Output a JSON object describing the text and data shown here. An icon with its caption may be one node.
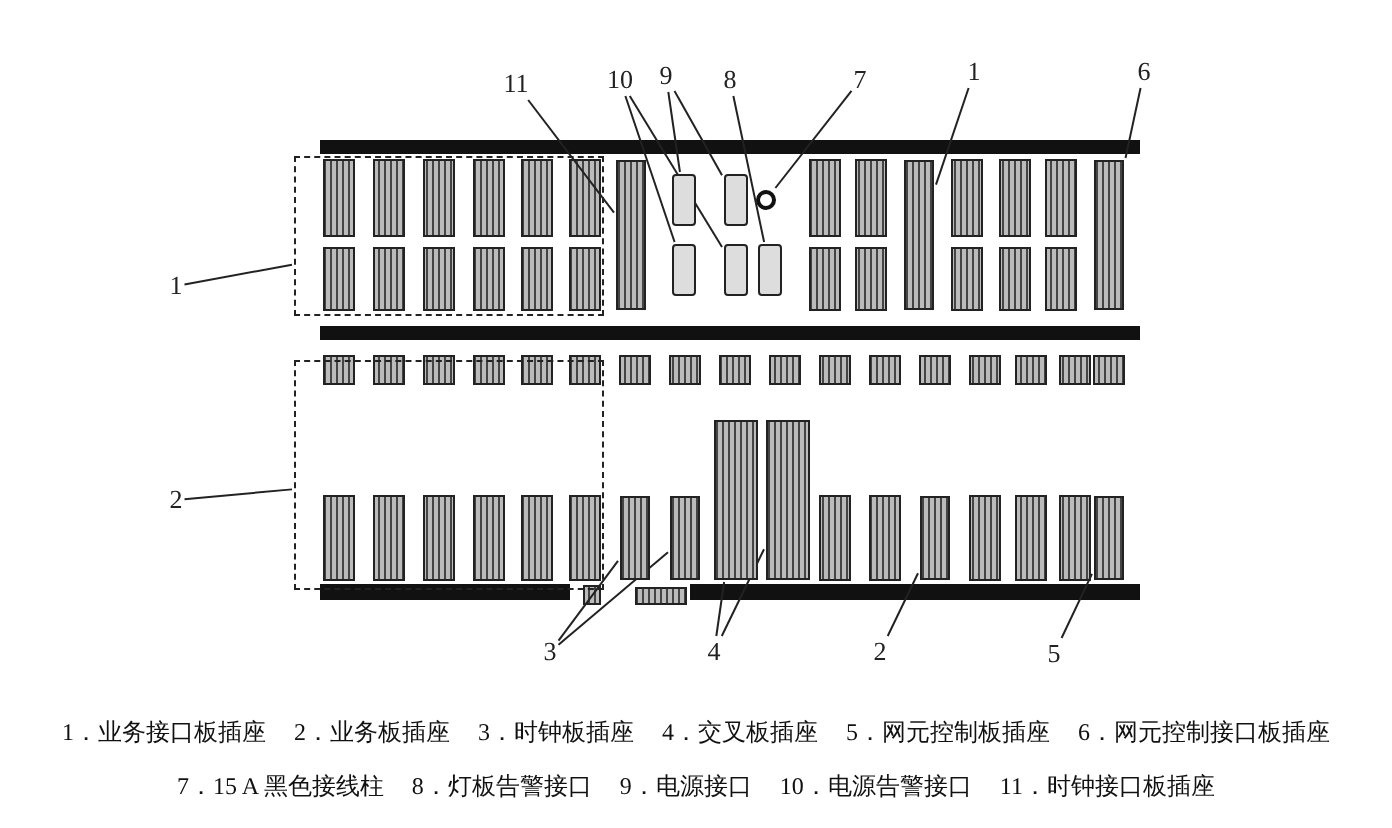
{
  "diagram": {
    "nodes": [
      {
        "text": [
          "11"
        ]
      },
      {
        "text": [
          "10"
        ]
      },
      {
        "text": [
          "9"
        ]
      },
      {
        "text": [
          "8"
        ]
      },
      {
        "text": [
          "7"
        ]
      },
      {
        "text": [
          "1"
        ]
      },
      {
        "text": [
          "6"
        ]
      },
      {
        "text": [
          "1"
        ]
      },
      {
        "text": [
          "2"
        ]
      },
      {
        "text": [
          "3"
        ]
      },
      {
        "text": [
          "4"
        ]
      },
      {
        "text": [
          "2"
        ]
      },
      {
        "text": [
          "5"
        ]
      },
      {
        "text": [],
        "shape": "box"
      },
      {
        "text": [],
        "shape": "box"
      },
      {
        "text": [],
        "shape": "box"
      },
      {
        "text": [],
        "shape": "box"
      },
      {
        "text": [],
        "shape": "box"
      },
      {
        "text": [],
        "shape": "box"
      },
      {
        "text": [],
        "shape": "circle"
      },
      {
        "text": [],
        "shape": "box"
      },
      {
        "text": [],
        "shape": "box"
      },
      {
        "text": [],
        "shape": "box"
      },
      {
        "text": [],
        "shape": "box"
      },
      {
        "text": [],
        "shape": "box"
      },
      {
        "text": [],
        "shape": "box"
      },
      {
        "text": [],
        "shape": "box"
      },
      {
        "text": [],
        "shape": "box"
      },
      {
        "text": [],
        "shape": "box"
      },
      {
        "text": [],
        "shape": "box"
      }
    ],
    "edges": [
      {
        "from": 0,
        "to": 13,
        "arrow": "none"
      },
      {
        "from": 1,
        "to": 14,
        "arrow": "none"
      },
      {
        "from": 1,
        "to": 15,
        "arrow": "none"
      },
      {
        "from": 2,
        "to": 16,
        "arrow": "none"
      },
      {
        "from": 2,
        "to": 17,
        "arrow": "none"
      },
      {
        "from": 3,
        "to": 18,
        "arrow": "none"
      },
      {
        "from": 4,
        "to": 19,
        "arrow": "none"
      },
      {
        "from": 5,
        "to": 20,
        "arrow": "none"
      },
      {
        "from": 6,
        "to": 21,
        "arrow": "none"
      },
      {
        "from": 7,
        "to": 22,
        "arrow": "none"
      },
      {
        "from": 8,
        "to": 23,
        "arrow": "none"
      },
      {
        "from": 9,
        "to": 24,
        "arrow": "none"
      },
      {
        "from": 9,
        "to": 25,
        "arrow": "none"
      },
      {
        "from": 10,
        "to": 26,
        "arrow": "none"
      },
      {
        "from": 10,
        "to": 27,
        "arrow": "none"
      },
      {
        "from": 11,
        "to": 28,
        "arrow": "none"
      },
      {
        "from": 12,
        "to": 29,
        "arrow": "none"
      }
    ],
    "labels": [
      "1．业务接口板插座",
      "2．业务板插座",
      "3．时钟板插座",
      "4．交叉板插座",
      "5．网元控制板插座",
      "6．网元控制接口板插座",
      "7．15 A 黑色接线柱",
      "8．灯板告警接口",
      "9．电源接口",
      "10．电源告警接口",
      "11．时钟接口板插座"
    ]
  }
}
